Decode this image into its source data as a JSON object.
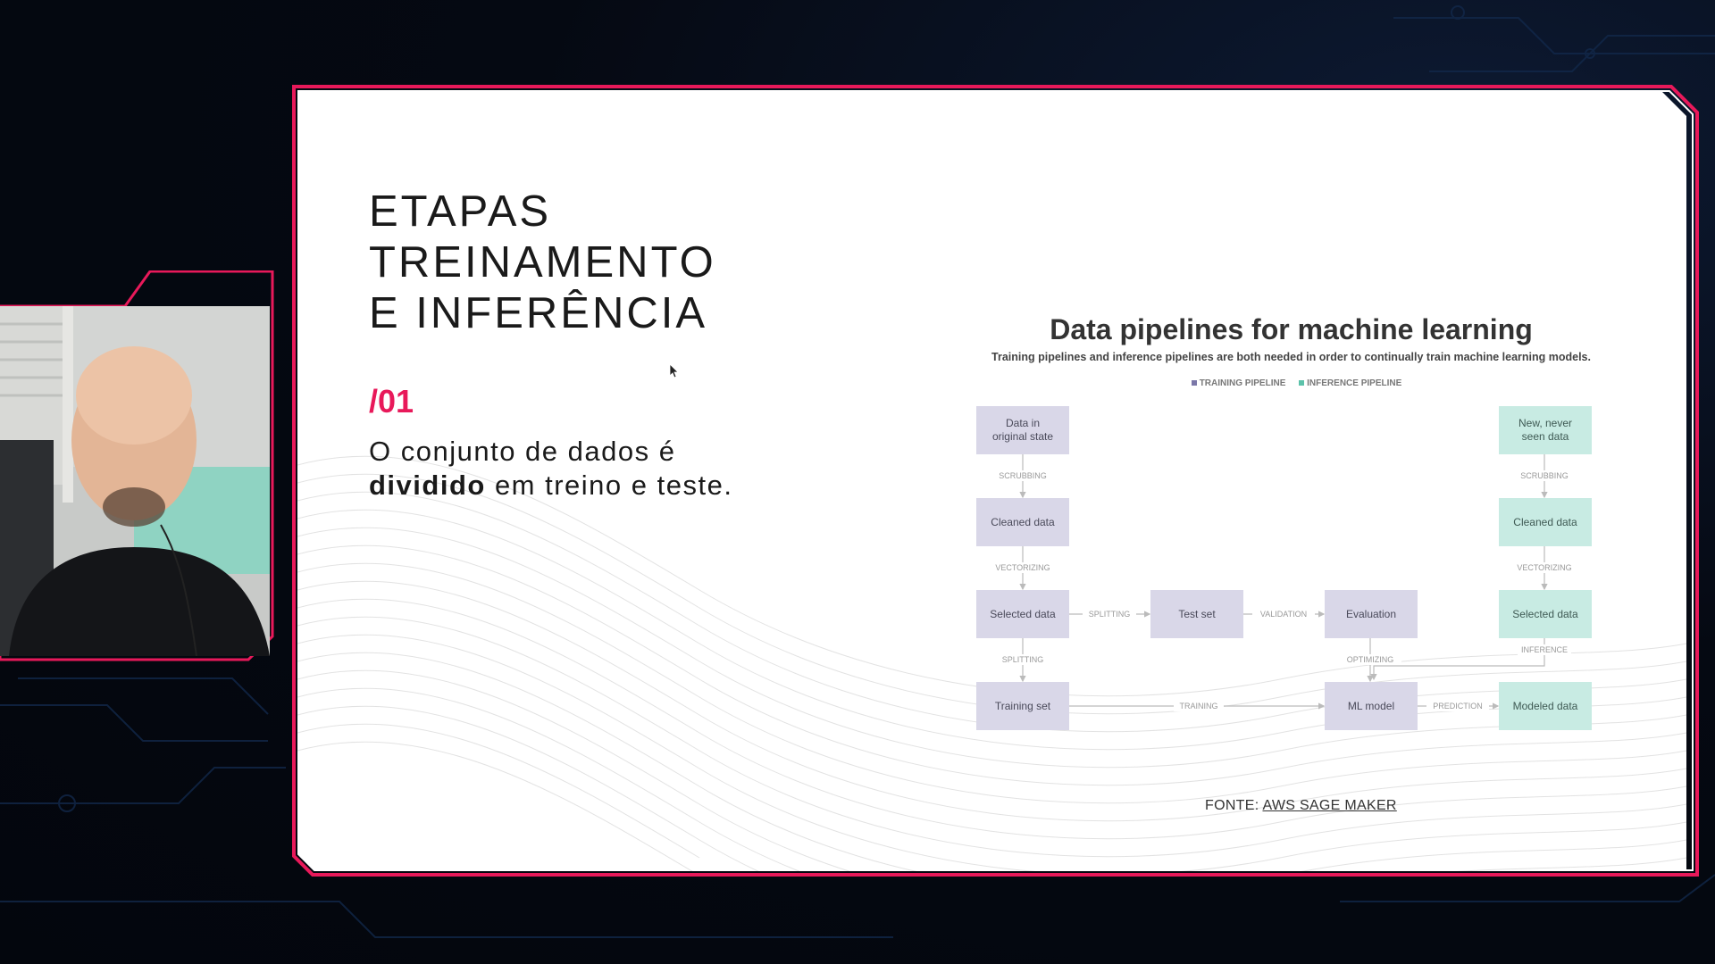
{
  "colors": {
    "accent": "#e8195a",
    "training_box": "#d9d7e8",
    "inference_box": "#c8ebe3",
    "training_legend": "#7b77a8",
    "inference_legend": "#5cc2aa"
  },
  "slide": {
    "title_lines": [
      "ETAPAS",
      "TREINAMENTO",
      "E INFERÊNCIA"
    ],
    "number": "/01",
    "text_part1": "O conjunto de dados é",
    "text_bold": "dividido",
    "text_part2": " em treino e teste.",
    "source_label": "FONTE:",
    "source_link": "AWS SAGE MAKER"
  },
  "diagram": {
    "title": "Data pipelines for machine learning",
    "subtitle": "Training pipelines and inference pipelines are both needed in order to continually train machine learning models.",
    "legend": {
      "training": "TRAINING PIPELINE",
      "inference": "INFERENCE PIPELINE"
    },
    "nodes": {
      "data_original": [
        "Data in",
        "original state"
      ],
      "cleaned_left": "Cleaned data",
      "selected_left": "Selected data",
      "training_set": "Training set",
      "test_set": "Test set",
      "evaluation": "Evaluation",
      "ml_model": "ML model",
      "new_data": [
        "New, never",
        "seen data"
      ],
      "cleaned_right": "Cleaned data",
      "selected_right": "Selected data",
      "modeled_data": "Modeled data"
    },
    "edges": {
      "scrubbing_left": "SCRUBBING",
      "vectorizing_left": "VECTORIZING",
      "splitting_down": "SPLITTING",
      "splitting_right": "SPLITTING",
      "validation": "VALIDATION",
      "optimizing": "OPTIMIZING",
      "training": "TRAINING",
      "prediction": "PREDICTION",
      "scrubbing_right": "SCRUBBING",
      "vectorizing_right": "VECTORIZING",
      "inference": "INFERENCE"
    }
  }
}
